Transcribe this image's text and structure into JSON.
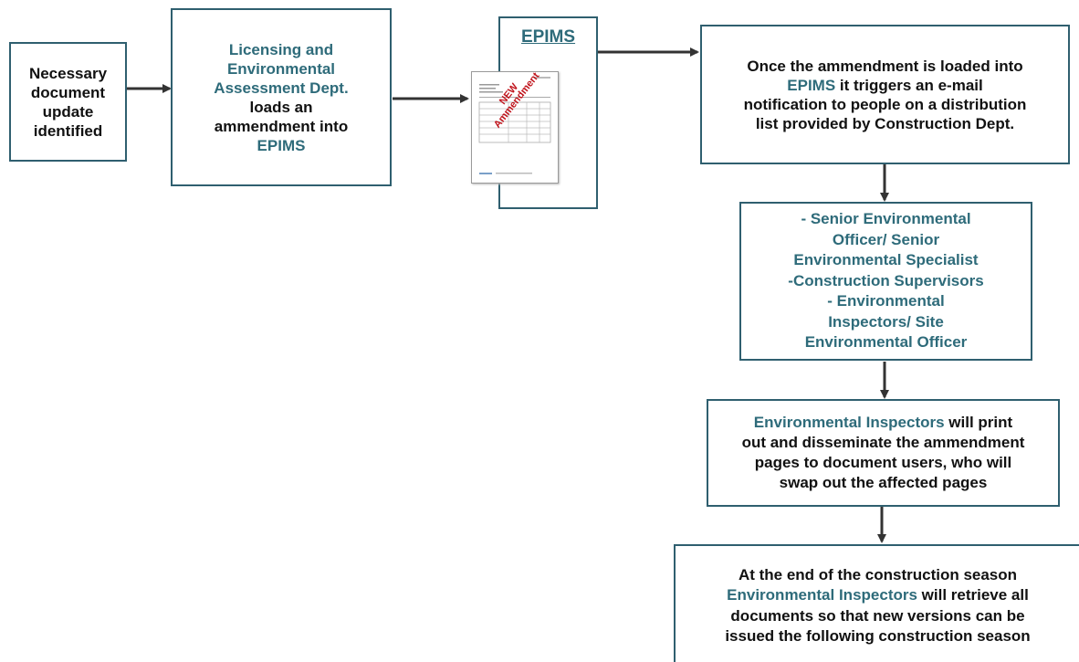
{
  "box1": {
    "lines": [
      "Necessary",
      "document",
      "update",
      "identified"
    ]
  },
  "box2": {
    "line1": "Licensing and",
    "line2": "Environmental",
    "line3": "Assessment Dept.",
    "line4": "loads an",
    "line5": "ammendment into",
    "line6": "EPIMS"
  },
  "epims": {
    "title": "EPIMS",
    "stamp_line1": "NEW",
    "stamp_line2": "Ammendment"
  },
  "box3": {
    "line1": "Once the ammendment is loaded into",
    "line2_teal": "EPIMS",
    "line2_rest": " it triggers an e-mail",
    "line3": "notification to people on a distribution",
    "line4": "list provided by Construction Dept."
  },
  "box4": {
    "lines": [
      "- Senior Environmental",
      "Officer/ Senior",
      "Environmental Specialist",
      "-Construction Supervisors",
      "- Environmental",
      "Inspectors/ Site",
      "Environmental Officer"
    ]
  },
  "box5": {
    "line1_teal": "Environmental Inspectors",
    "line1_rest": " will print",
    "line2": "out and disseminate the ammendment",
    "line3": "pages to document users, who will",
    "line4": "swap out the affected pages"
  },
  "box6": {
    "line1": "At the end of the construction season",
    "line2_teal": "Environmental Inspectors",
    "line2_rest": " will retrieve all",
    "line3": "documents so that new versions can be",
    "line4": "issued the following construction season"
  }
}
